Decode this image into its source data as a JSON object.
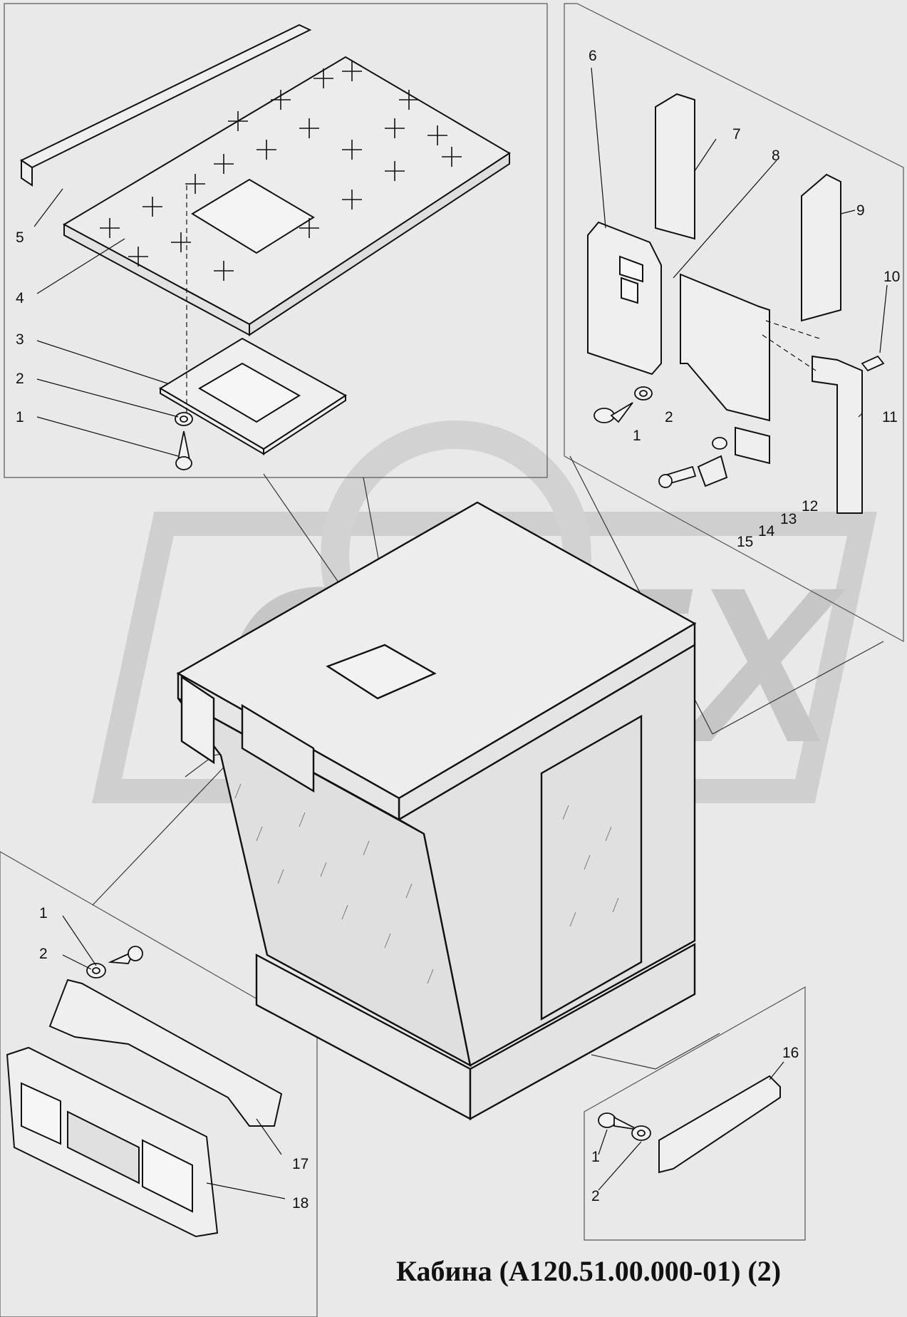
{
  "title": "Кабина  (А120.51.00.000-01) (2)",
  "watermark": {
    "text": "ОРЕХ",
    "color": "#c9c9c9"
  },
  "colors": {
    "background": "#e9e9e9",
    "line": "#111111",
    "glass": "#dcdcdc"
  },
  "callouts": [
    {
      "id": "c5",
      "text": "5"
    },
    {
      "id": "c4",
      "text": "4"
    },
    {
      "id": "c3",
      "text": "3"
    },
    {
      "id": "c2a",
      "text": "2"
    },
    {
      "id": "c1a",
      "text": "1"
    },
    {
      "id": "c6",
      "text": "6"
    },
    {
      "id": "c7",
      "text": "7"
    },
    {
      "id": "c8",
      "text": "8"
    },
    {
      "id": "c9",
      "text": "9"
    },
    {
      "id": "c10",
      "text": "10"
    },
    {
      "id": "c11",
      "text": "11"
    },
    {
      "id": "c1b",
      "text": "1"
    },
    {
      "id": "c2b",
      "text": "2"
    },
    {
      "id": "c12",
      "text": "12"
    },
    {
      "id": "c13",
      "text": "13"
    },
    {
      "id": "c14",
      "text": "14"
    },
    {
      "id": "c15",
      "text": "15"
    },
    {
      "id": "c1c",
      "text": "1"
    },
    {
      "id": "c2c",
      "text": "2"
    },
    {
      "id": "c17",
      "text": "17"
    },
    {
      "id": "c18",
      "text": "18"
    },
    {
      "id": "c16",
      "text": "16"
    },
    {
      "id": "c1d",
      "text": "1"
    },
    {
      "id": "c2d",
      "text": "2"
    }
  ]
}
